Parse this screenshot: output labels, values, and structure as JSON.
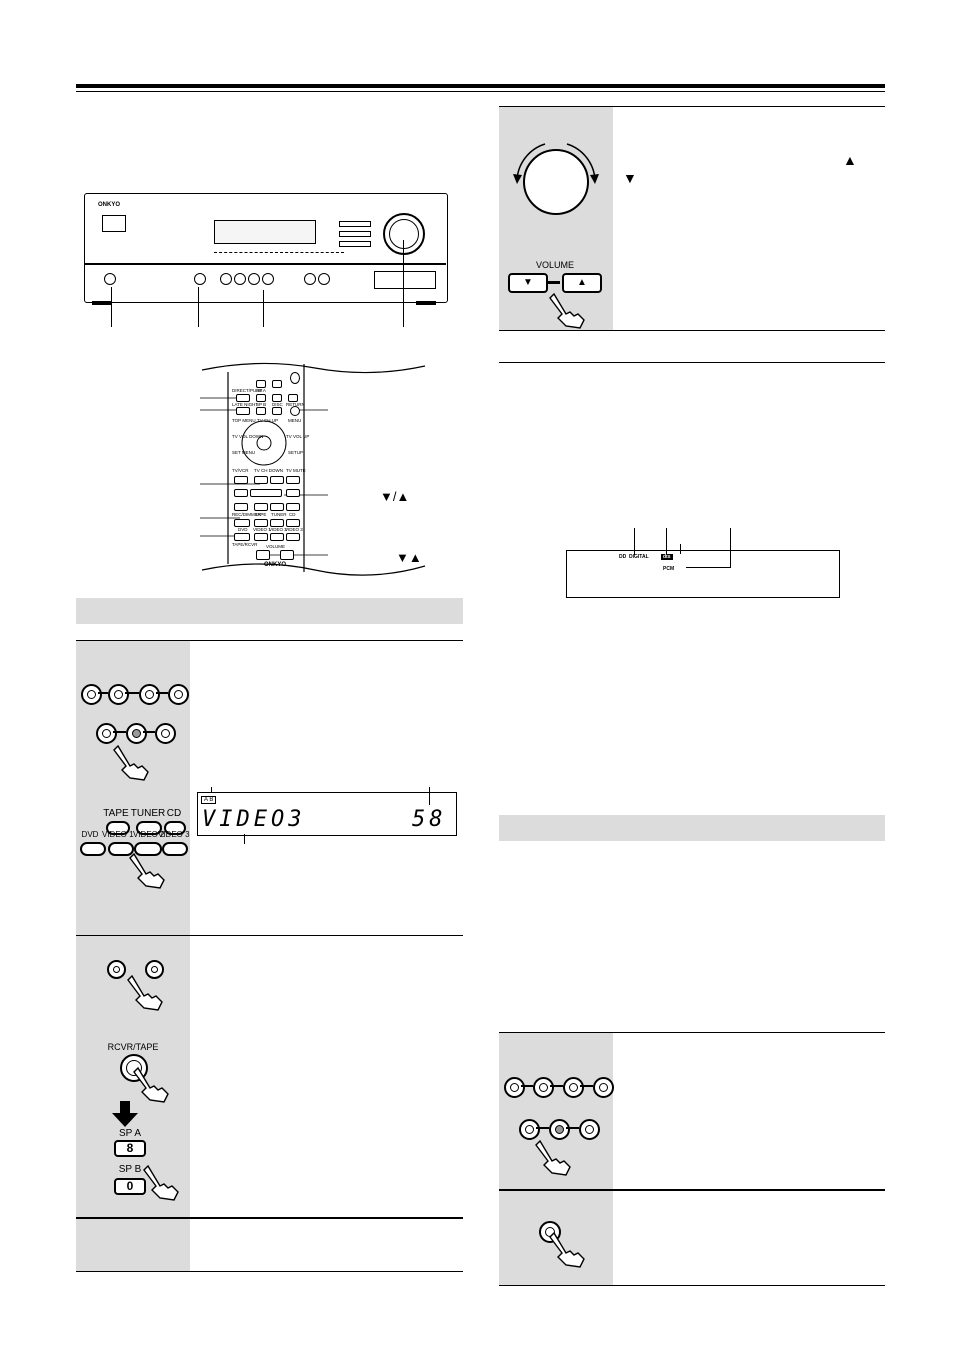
{
  "front_panel": {
    "brand": "ONKYO"
  },
  "volume_panel": {
    "label": "VOLUME",
    "down": "▼",
    "up": "▲",
    "arrows": [
      "▲",
      "▼"
    ]
  },
  "remote_callouts": [
    "▼/▲",
    "▼▲"
  ],
  "remote_keys": {
    "r1": [
      "DIRECT/PURE",
      "SP A",
      "",
      "",
      "",
      "",
      ""
    ],
    "r2": [
      "LATE NIGHT",
      "SP B",
      "",
      "DISC",
      "RETURN"
    ],
    "r3": [
      "TOP MENU",
      "TV CH UP",
      "MENU"
    ],
    "ring": [
      "TV VOL DOWN",
      "TV VOL UP",
      "SET MENU",
      "SETUP",
      "TV/VCR",
      "TV CH DOWN",
      "TV MUTE"
    ],
    "sources": [
      "REC/DIMMER",
      "TAPE",
      "TUNER",
      "CD",
      "DVD",
      "VIDEO 1",
      "VIDEO 2",
      "VIDEO 3",
      "TAPE/RCVR"
    ],
    "volume": "VOLUME",
    "brand": "ONKYO"
  },
  "input_panel": {
    "tape": "TAPE",
    "tuner": "TUNER",
    "cd": "CD",
    "dvd": "DVD",
    "video1": "VIDEO 1",
    "video2": "VIDEO 2",
    "video3": "VIDEO 3",
    "display_source": "VIDEO3",
    "display_volume": "58",
    "display_indicator": "A B"
  },
  "speaker_panel": {
    "rcvr": "RCVR/TAPE",
    "sp_a": "SP A",
    "sp_a_key": "8",
    "sp_b": "SP B",
    "sp_b_key": "0"
  },
  "display_panel": {
    "digital": "DIGITAL",
    "pcm": "PCM",
    "icon1": "DD",
    "icon2": "dts"
  }
}
